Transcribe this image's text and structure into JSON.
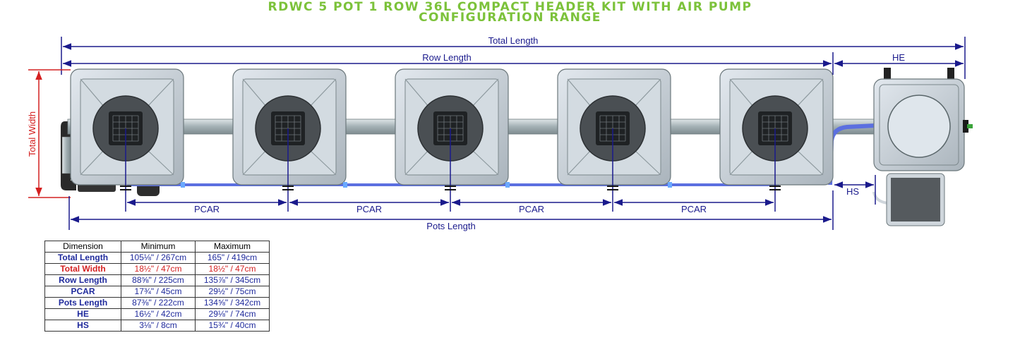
{
  "title": {
    "line1": "RDWC 5 POT 1 ROW 36L COMPACT HEADER KIT WITH AIR PUMP",
    "line2": "CONFIGURATION RANGE"
  },
  "dimensions": {
    "total_length": "Total Length",
    "row_length": "Row Length",
    "he": "HE",
    "total_width": "Total Width",
    "pcar": "PCAR",
    "pots_length": "Pots Length",
    "hs": "HS"
  },
  "colors": {
    "title": "#7cc23a",
    "dimension_line": "#1a1a8c",
    "width_line": "#d42020",
    "pot_body": "#c9d1d8",
    "pipe": "#a8b4b8",
    "blue_tube": "#5b6fe0"
  },
  "pot_count": 5,
  "table": {
    "headers": [
      "Dimension",
      "Minimum",
      "Maximum"
    ],
    "rows": [
      {
        "name": "Total Length",
        "min": "105⅛\" / 267cm",
        "max": "165\" / 419cm",
        "highlight": false
      },
      {
        "name": "Total Width",
        "min": "18½\" / 47cm",
        "max": "18½\" / 47cm",
        "highlight": true
      },
      {
        "name": "Row Length",
        "min": "88⅝\" / 225cm",
        "max": "135⅞\" / 345cm",
        "highlight": false
      },
      {
        "name": "PCAR",
        "min": "17¾\" / 45cm",
        "max": "29½\" / 75cm",
        "highlight": false
      },
      {
        "name": "Pots Length",
        "min": "87⅜\" / 222cm",
        "max": "134⅝\" / 342cm",
        "highlight": false
      },
      {
        "name": "HE",
        "min": "16½\" / 42cm",
        "max": "29⅛\" / 74cm",
        "highlight": false
      },
      {
        "name": "HS",
        "min": "3⅛\" / 8cm",
        "max": "15¾\" / 40cm",
        "highlight": false
      }
    ]
  }
}
